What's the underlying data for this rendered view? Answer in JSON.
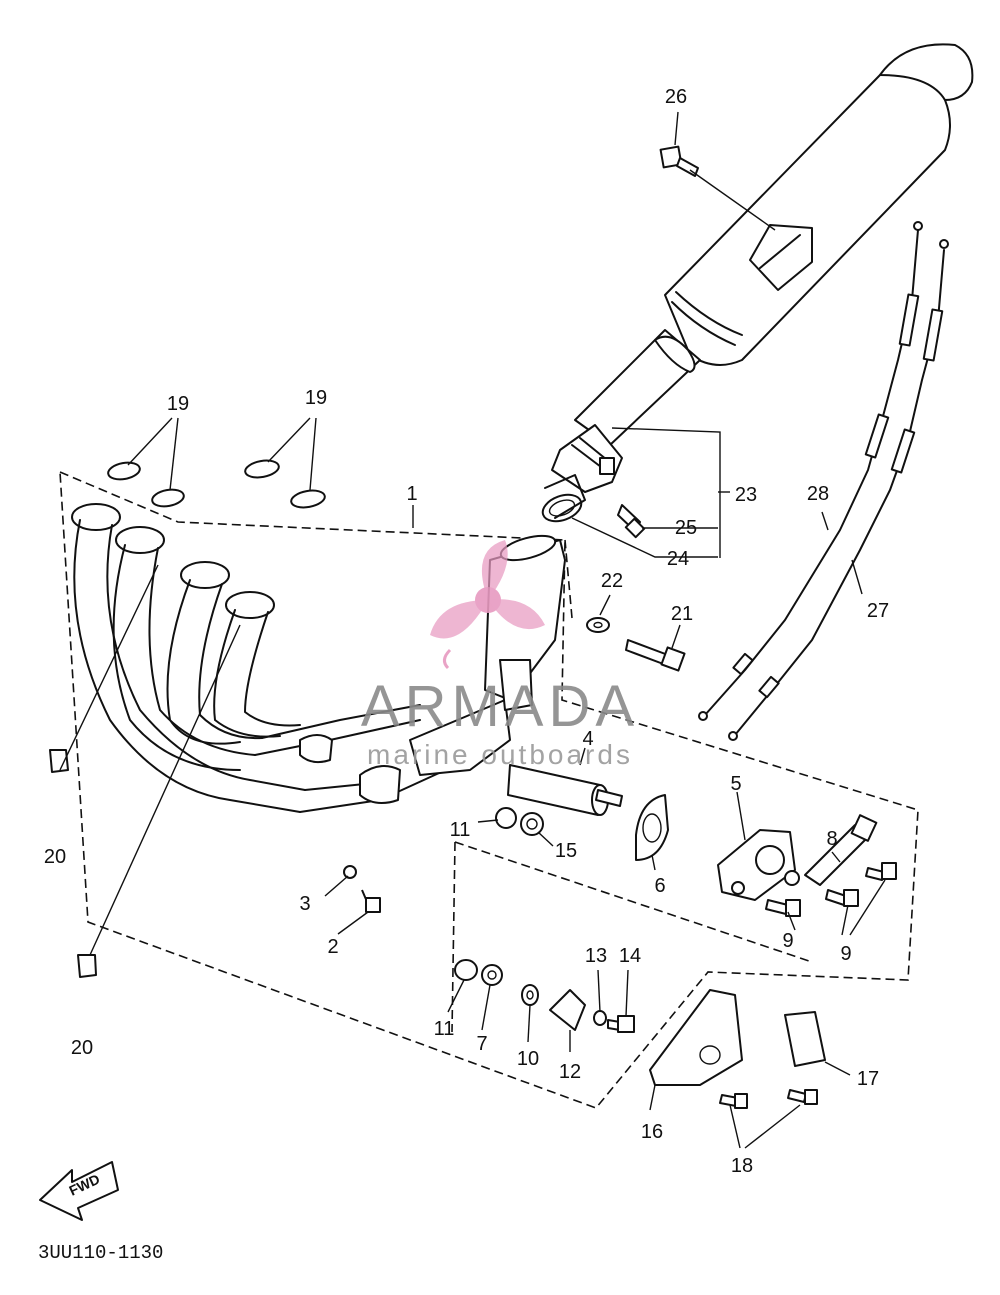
{
  "diagram": {
    "part_code": "3UU110-1130",
    "fwd_label": "FWD",
    "watermark": {
      "title": "ARMADA",
      "subtitle": "marine outboards"
    },
    "callouts": {
      "p1": "1",
      "p2": "2",
      "p3": "3",
      "p4": "4",
      "p5": "5",
      "p6": "6",
      "p7": "7",
      "p8": "8",
      "p9a": "9",
      "p9b": "9",
      "p10": "10",
      "p11a": "11",
      "p11b": "11",
      "p12": "12",
      "p13": "13",
      "p14": "14",
      "p15": "15",
      "p16": "16",
      "p17": "17",
      "p18": "18",
      "p19a": "19",
      "p19b": "19",
      "p20a": "20",
      "p20b": "20",
      "p21": "21",
      "p22": "22",
      "p23": "23",
      "p24": "24",
      "p25": "25",
      "p26": "26",
      "p27": "27",
      "p28": "28"
    },
    "colors": {
      "line": "#111111",
      "watermark_pink": "#e79ac0",
      "watermark_gray": "#8a8a8a"
    }
  }
}
